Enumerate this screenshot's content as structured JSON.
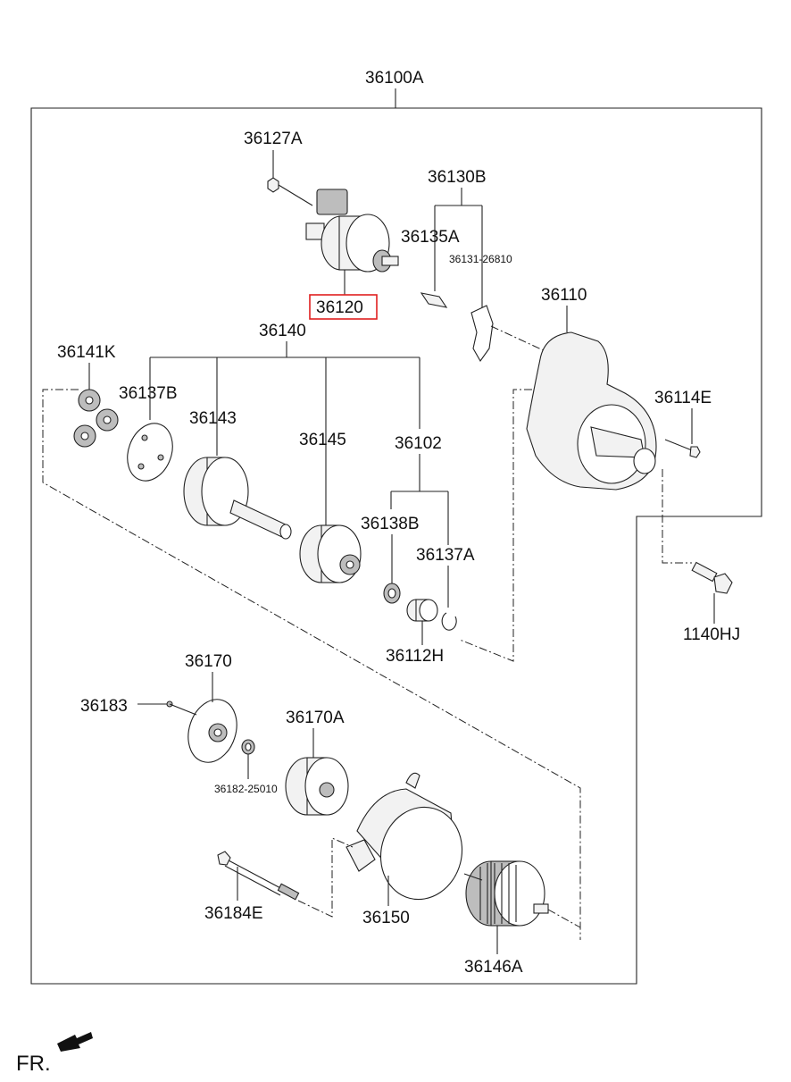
{
  "labels": {
    "assembly": "36100A",
    "bolt_36127a": "36127A",
    "solenoid": "36120",
    "kit_36130b": "36130B",
    "part_36135a": "36135A",
    "part_36131": "36131-26810",
    "housing": "36110",
    "bolt_36114e": "36114E",
    "bolt_1140hj": "1140HJ",
    "gear_kit": "36140",
    "planet_gears": "36141K",
    "plate_36137b": "36137B",
    "shaft_36143": "36143",
    "clutch_36145": "36145",
    "kit_36102": "36102",
    "washer_36138b": "36138B",
    "ring_36137a": "36137A",
    "bushing_36112h": "36112H",
    "brush_holder": "36170",
    "screw_36183": "36183",
    "brush_36170a": "36170A",
    "washer_36182": "36182-25010",
    "yoke": "36150",
    "through_bolt": "36184E",
    "armature": "36146A"
  },
  "direction": {
    "label": "FR.",
    "arrow_icon": "front-direction-arrow-icon"
  },
  "highlight": {
    "part": "36120",
    "color": "#e02020"
  }
}
